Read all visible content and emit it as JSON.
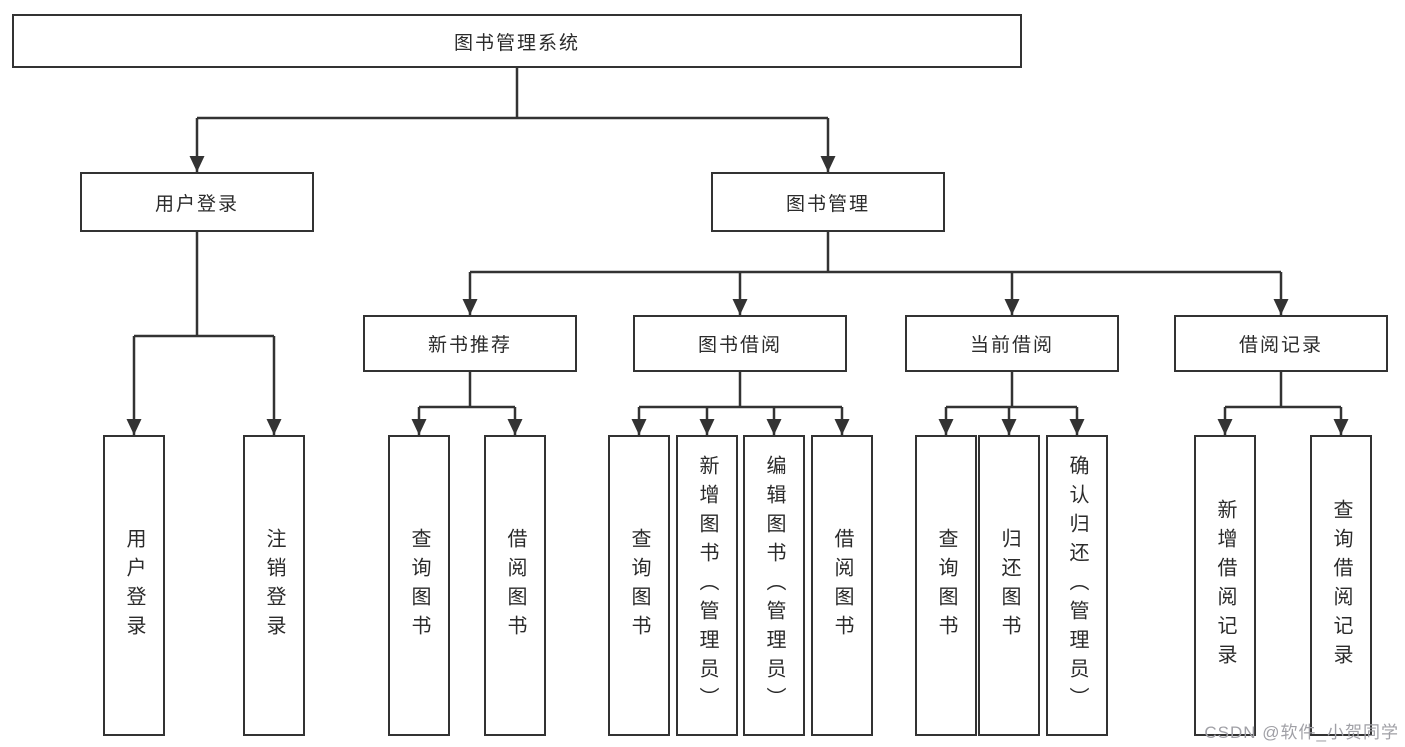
{
  "diagram": {
    "type": "hierarchy-tree",
    "title": "图书管理系统",
    "watermark": "CSDN @软件_小贺同学",
    "colors": {
      "background": "#ffffff",
      "line": "#333333",
      "box_border": "#333333",
      "text": "#2b2b2b",
      "watermark": "#a0a0a6"
    }
  },
  "nodes": {
    "root": {
      "label": "图书管理系统"
    },
    "user_login": {
      "label": "用户登录"
    },
    "book_mgmt": {
      "label": "图书管理"
    },
    "new_book_rec": {
      "label": "新书推荐"
    },
    "book_borrow": {
      "label": "图书借阅"
    },
    "current_borrow": {
      "label": "当前借阅"
    },
    "borrow_records": {
      "label": "借阅记录"
    },
    "leaf_user_login": {
      "label": "用户登录"
    },
    "leaf_logout": {
      "label": "注销登录"
    },
    "leaf_nbr_query": {
      "label": "查询图书"
    },
    "leaf_nbr_borrow": {
      "label": "借阅图书"
    },
    "leaf_bb_query": {
      "label": "查询图书"
    },
    "leaf_bb_add": {
      "label": "新增图书（管理员）"
    },
    "leaf_bb_edit": {
      "label": "编辑图书（管理员）"
    },
    "leaf_bb_borrow": {
      "label": "借阅图书"
    },
    "leaf_cb_query": {
      "label": "查询图书"
    },
    "leaf_cb_return": {
      "label": "归还图书"
    },
    "leaf_cb_confirm": {
      "label": "确认归还（管理员）"
    },
    "leaf_br_add": {
      "label": "新增借阅记录"
    },
    "leaf_br_query": {
      "label": "查询借阅记录"
    }
  },
  "hierarchy": {
    "图书管理系统": [
      "用户登录",
      "图书管理"
    ],
    "用户登录": [
      "用户登录",
      "注销登录"
    ],
    "图书管理": [
      "新书推荐",
      "图书借阅",
      "当前借阅",
      "借阅记录"
    ],
    "新书推荐": [
      "查询图书",
      "借阅图书"
    ],
    "图书借阅": [
      "查询图书",
      "新增图书（管理员）",
      "编辑图书（管理员）",
      "借阅图书"
    ],
    "当前借阅": [
      "查询图书",
      "归还图书",
      "确认归还（管理员）"
    ],
    "借阅记录": [
      "新增借阅记录",
      "查询借阅记录"
    ]
  }
}
